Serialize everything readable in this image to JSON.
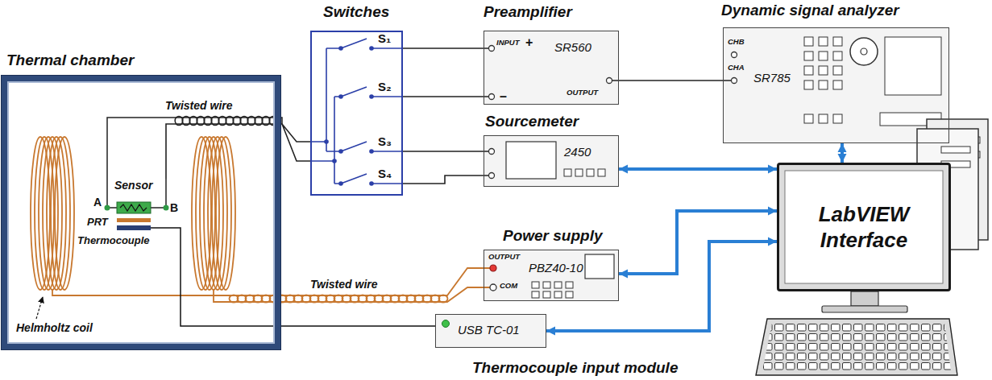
{
  "diagram": {
    "nodes": [
      {
        "text": [
          "Thermal chamber"
        ]
      },
      {
        "text": [
          "Sensor"
        ],
        "in": 0
      },
      {
        "text": [
          "Switches"
        ]
      },
      {
        "text": [
          "Preamplifier",
          "SR560"
        ]
      },
      {
        "text": [
          "Dynamic signal analyzer",
          "SR785"
        ]
      },
      {
        "text": [
          "Sourcemeter",
          "2450"
        ]
      },
      {
        "text": [
          "Power supply",
          "PBZ40-10"
        ]
      },
      {
        "text": [
          "USB TC-01",
          "Thermocouple input module"
        ]
      },
      {
        "text": [
          "LabVIEW Interface"
        ]
      }
    ],
    "edges": [
      {
        "from": 1,
        "to": 2,
        "arrow": "none"
      },
      {
        "from": 2,
        "to": 3,
        "arrow": "none"
      },
      {
        "from": 2,
        "to": 5,
        "arrow": "none"
      },
      {
        "from": 3,
        "to": 4,
        "arrow": "none"
      },
      {
        "from": 4,
        "to": 8,
        "arrow": "both"
      },
      {
        "from": 5,
        "to": 8,
        "arrow": "both"
      },
      {
        "from": 6,
        "to": 8,
        "arrow": "both"
      },
      {
        "from": 7,
        "to": 8,
        "arrow": "both"
      }
    ],
    "labels": [
      "Twisted wire",
      "A",
      "B",
      "PRT",
      "Thermocouple",
      "Helmholtz coil",
      "Twisted wire",
      "S₁",
      "S₂",
      "S₃",
      "S₄",
      "INPUT",
      "+",
      "–",
      "OUTPUT",
      "CHB",
      "CHA",
      "OUTPUT",
      "COM"
    ]
  }
}
